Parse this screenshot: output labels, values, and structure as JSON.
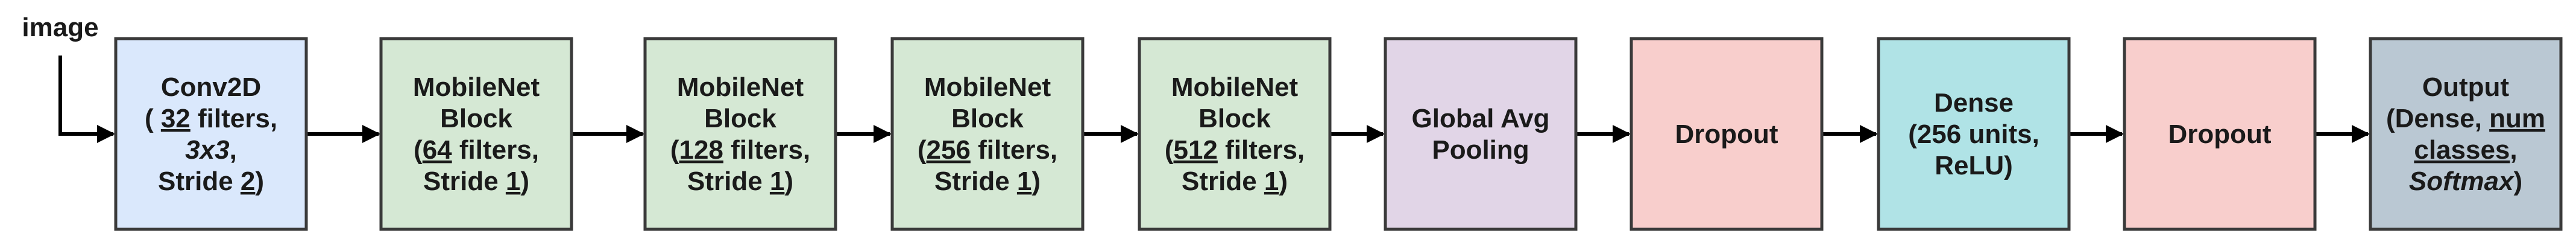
{
  "input_label": "image",
  "colors": {
    "blue": "#dae8fc",
    "green": "#d5e8d4",
    "purple": "#e1d5e7",
    "red": "#f8cecc",
    "cyan": "#b0e3e6",
    "gray": "#bac8d3",
    "stroke": "#3a3a3a"
  },
  "nodes": [
    {
      "id": "conv2d",
      "lines": [
        [
          {
            "t": "Conv2D"
          }
        ],
        [
          {
            "t": "( "
          },
          {
            "t": "32",
            "u": true
          },
          {
            "t": " filters,"
          }
        ],
        [
          {
            "t": "3x3",
            "i": true
          },
          {
            "t": ","
          }
        ],
        [
          {
            "t": "Stride "
          },
          {
            "t": "2",
            "u": true
          },
          {
            "t": ")"
          }
        ]
      ]
    },
    {
      "id": "mobilenet-block-64",
      "lines": [
        [
          {
            "t": "MobileNet"
          }
        ],
        [
          {
            "t": "Block"
          }
        ],
        [
          {
            "t": "("
          },
          {
            "t": "64",
            "u": true
          },
          {
            "t": " filters,"
          }
        ],
        [
          {
            "t": "Stride "
          },
          {
            "t": "1",
            "u": true
          },
          {
            "t": ")"
          }
        ]
      ]
    },
    {
      "id": "mobilenet-block-128",
      "lines": [
        [
          {
            "t": "MobileNet"
          }
        ],
        [
          {
            "t": "Block"
          }
        ],
        [
          {
            "t": "("
          },
          {
            "t": "128",
            "u": true
          },
          {
            "t": " filters,"
          }
        ],
        [
          {
            "t": "Stride "
          },
          {
            "t": "1",
            "u": true
          },
          {
            "t": ")"
          }
        ]
      ]
    },
    {
      "id": "mobilenet-block-256",
      "lines": [
        [
          {
            "t": "MobileNet"
          }
        ],
        [
          {
            "t": "Block"
          }
        ],
        [
          {
            "t": "("
          },
          {
            "t": "256",
            "u": true
          },
          {
            "t": " filters,"
          }
        ],
        [
          {
            "t": "Stride "
          },
          {
            "t": "1",
            "u": true
          },
          {
            "t": ")"
          }
        ]
      ]
    },
    {
      "id": "mobilenet-block-512",
      "lines": [
        [
          {
            "t": "MobileNet"
          }
        ],
        [
          {
            "t": "Block"
          }
        ],
        [
          {
            "t": "("
          },
          {
            "t": "512",
            "u": true
          },
          {
            "t": " filters,"
          }
        ],
        [
          {
            "t": "Stride "
          },
          {
            "t": "1",
            "u": true
          },
          {
            "t": ")"
          }
        ]
      ]
    },
    {
      "id": "global-avg-pooling",
      "lines": [
        [
          {
            "t": "Global Avg"
          }
        ],
        [
          {
            "t": "Pooling"
          }
        ]
      ]
    },
    {
      "id": "dropout-1",
      "lines": [
        [
          {
            "t": "Dropout"
          }
        ]
      ]
    },
    {
      "id": "dense-256",
      "lines": [
        [
          {
            "t": "Dense"
          }
        ],
        [
          {
            "t": "(256 units,"
          }
        ],
        [
          {
            "t": "ReLU)"
          }
        ]
      ]
    },
    {
      "id": "dropout-2",
      "lines": [
        [
          {
            "t": "Dropout"
          }
        ]
      ]
    },
    {
      "id": "output",
      "lines": [
        [
          {
            "t": "Output"
          }
        ],
        [
          {
            "t": "(Dense, "
          },
          {
            "t": "num",
            "u": true
          }
        ],
        [
          {
            "t": "classes",
            "u": true
          },
          {
            "t": ","
          }
        ],
        [
          {
            "t": "Softmax",
            "i": true
          },
          {
            "t": ")"
          }
        ]
      ]
    }
  ]
}
